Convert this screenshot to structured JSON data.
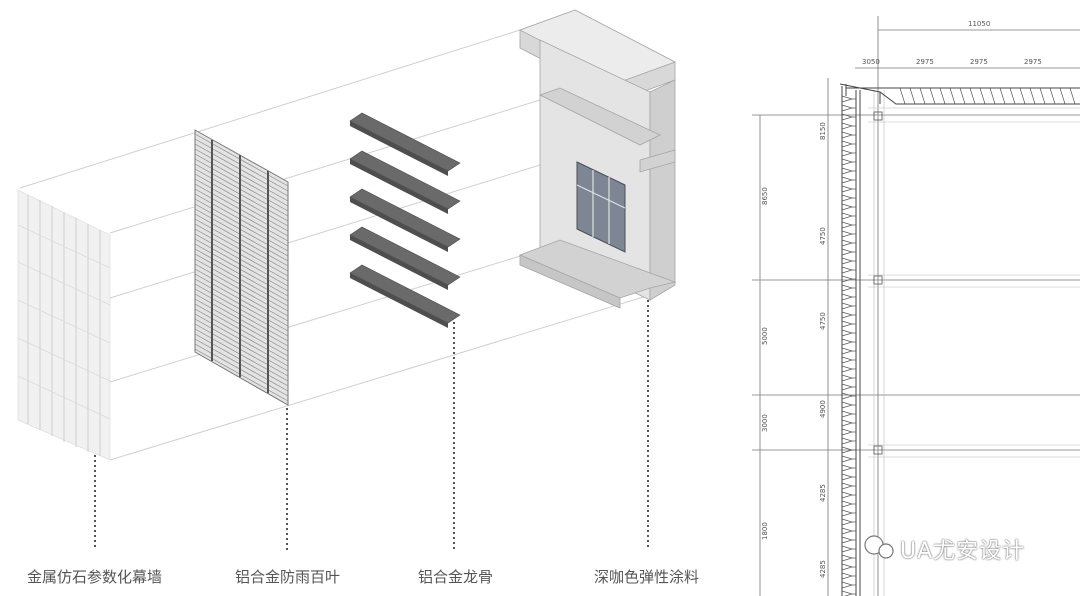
{
  "layers": [
    {
      "label": "金属仿石参数化幕墙",
      "icon": "stone-curtain-wall-panel"
    },
    {
      "label": "铝合金防雨百叶",
      "icon": "aluminum-louver-grille"
    },
    {
      "label": "铝合金龙骨",
      "icon": "aluminum-keel-bars"
    },
    {
      "label": "深咖色弹性涂料",
      "icon": "coated-wall-section"
    }
  ],
  "drawing": {
    "overall_dim": "11050",
    "top_dims": [
      "3050",
      "2975",
      "2975",
      "2975"
    ],
    "left_outer_dims": [
      "8650",
      "5000",
      "3000",
      "1800"
    ],
    "left_inner_dims": [
      "8150",
      "4750",
      "4750",
      "4900",
      "4285",
      "4285"
    ]
  },
  "watermark": "UA尤安设计",
  "colors": {
    "panel": "#e6e6e6",
    "bar": "#5e5e5e",
    "line": "#cfcfcf",
    "text": "#555555"
  }
}
